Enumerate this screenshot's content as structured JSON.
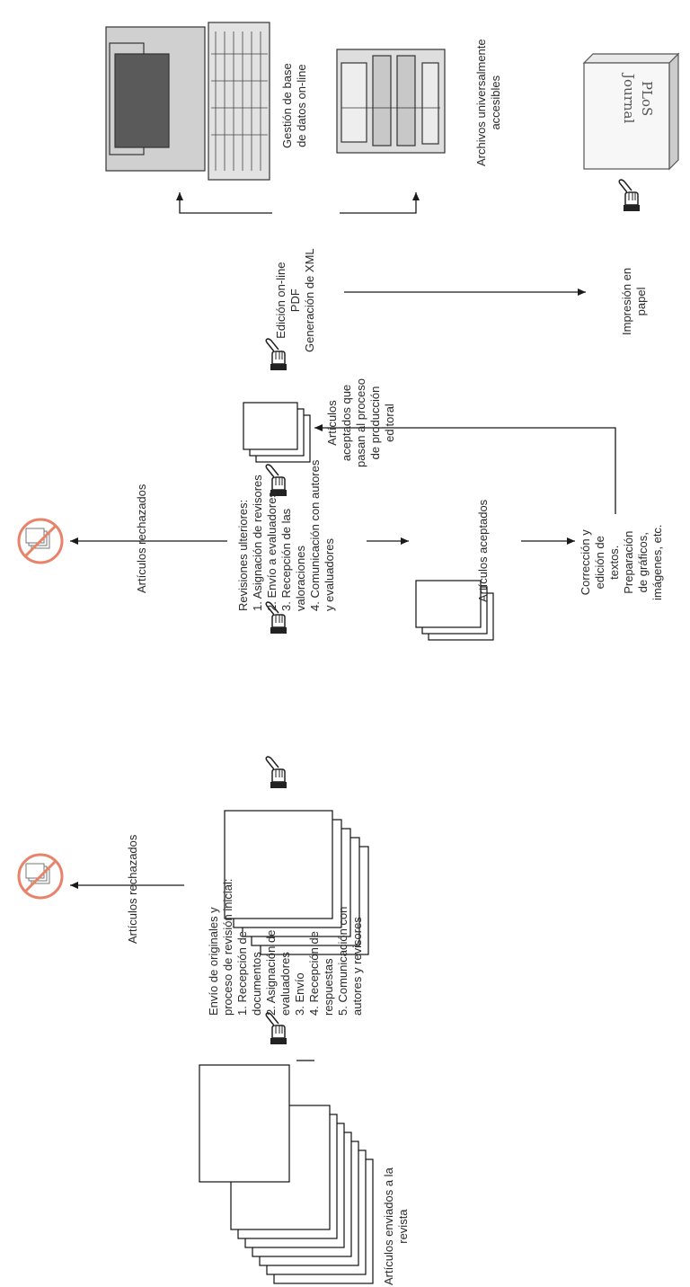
{
  "labels": {
    "enviados": [
      "Artículos enviados a la",
      "revista"
    ],
    "envio_originales": [
      "Envío de originales y",
      "proceso de revisión inicial:",
      "1. Recepción de",
      "documentos",
      "2. Asignación de",
      "evaluadores",
      "3. Envío",
      "4. Recepción de",
      "respuestas",
      "5. Comunicación con",
      "autores y revisores"
    ],
    "rechazados_1": [
      "Artículos rechazados"
    ],
    "revisiones": [
      "Revisiones ulteriores:",
      "1. Asignación de revisores",
      "2. Envío a evaluadores",
      "3. Recepción de las",
      "valoraciones",
      "4. Comunicación con autores",
      "y evaluadores"
    ],
    "rechazados_2": [
      "Artículos rechazados"
    ],
    "aceptados": [
      "Artículos aceptados"
    ],
    "correccion": [
      "Corrección y",
      "edición de",
      "textos.",
      "Preparación",
      "de gráficos,",
      "imágenes, etc."
    ],
    "produccion": [
      "Artículos",
      "aceptados que",
      "pasan al proceso",
      "de producción",
      "editoral"
    ],
    "edicion": [
      "Edición on-line",
      "PDF",
      "Generación de XML"
    ],
    "impresion": [
      "Impresión en",
      "papel"
    ],
    "gestion": [
      "Gestión de base",
      "de datos on-line"
    ],
    "archivos": [
      "Archivos universalmente",
      "accesibles"
    ]
  },
  "journal": {
    "line1": "PLoS",
    "line2": "Journal"
  },
  "colors": {
    "line": "#1a1a1a",
    "text": "#2a2a2a",
    "prohibit": "#e8836a",
    "device": "#d9d9d9"
  },
  "icons": [
    "pointing-hand-icon",
    "prohibited-sign-icon",
    "desktop-computer-icon",
    "server-tower-icon",
    "journal-box-icon",
    "document-stack-icon"
  ]
}
